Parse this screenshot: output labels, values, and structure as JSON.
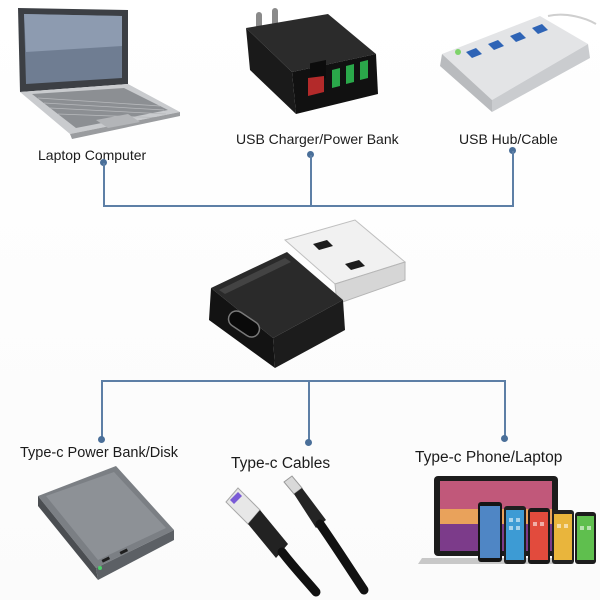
{
  "labels": {
    "laptop": "Laptop Computer",
    "charger": "USB Charger/Power Bank",
    "hub": "USB Hub/Cable",
    "powerbank": "Type-c Power Bank/Disk",
    "cables": "Type-c Cables",
    "phone_laptop": "Type-c Phone/Laptop"
  },
  "colors": {
    "connector_line": "#5d7fa6",
    "dot": "#4a6f99"
  },
  "icons": {
    "laptop": "laptop-icon",
    "charger": "usb-charger-icon",
    "hub": "usb-hub-icon",
    "adapter": "usb-to-type-c-adapter-icon",
    "powerbank": "power-bank-icon",
    "cables": "type-c-cable-icon",
    "devices": "phone-laptop-icon"
  }
}
